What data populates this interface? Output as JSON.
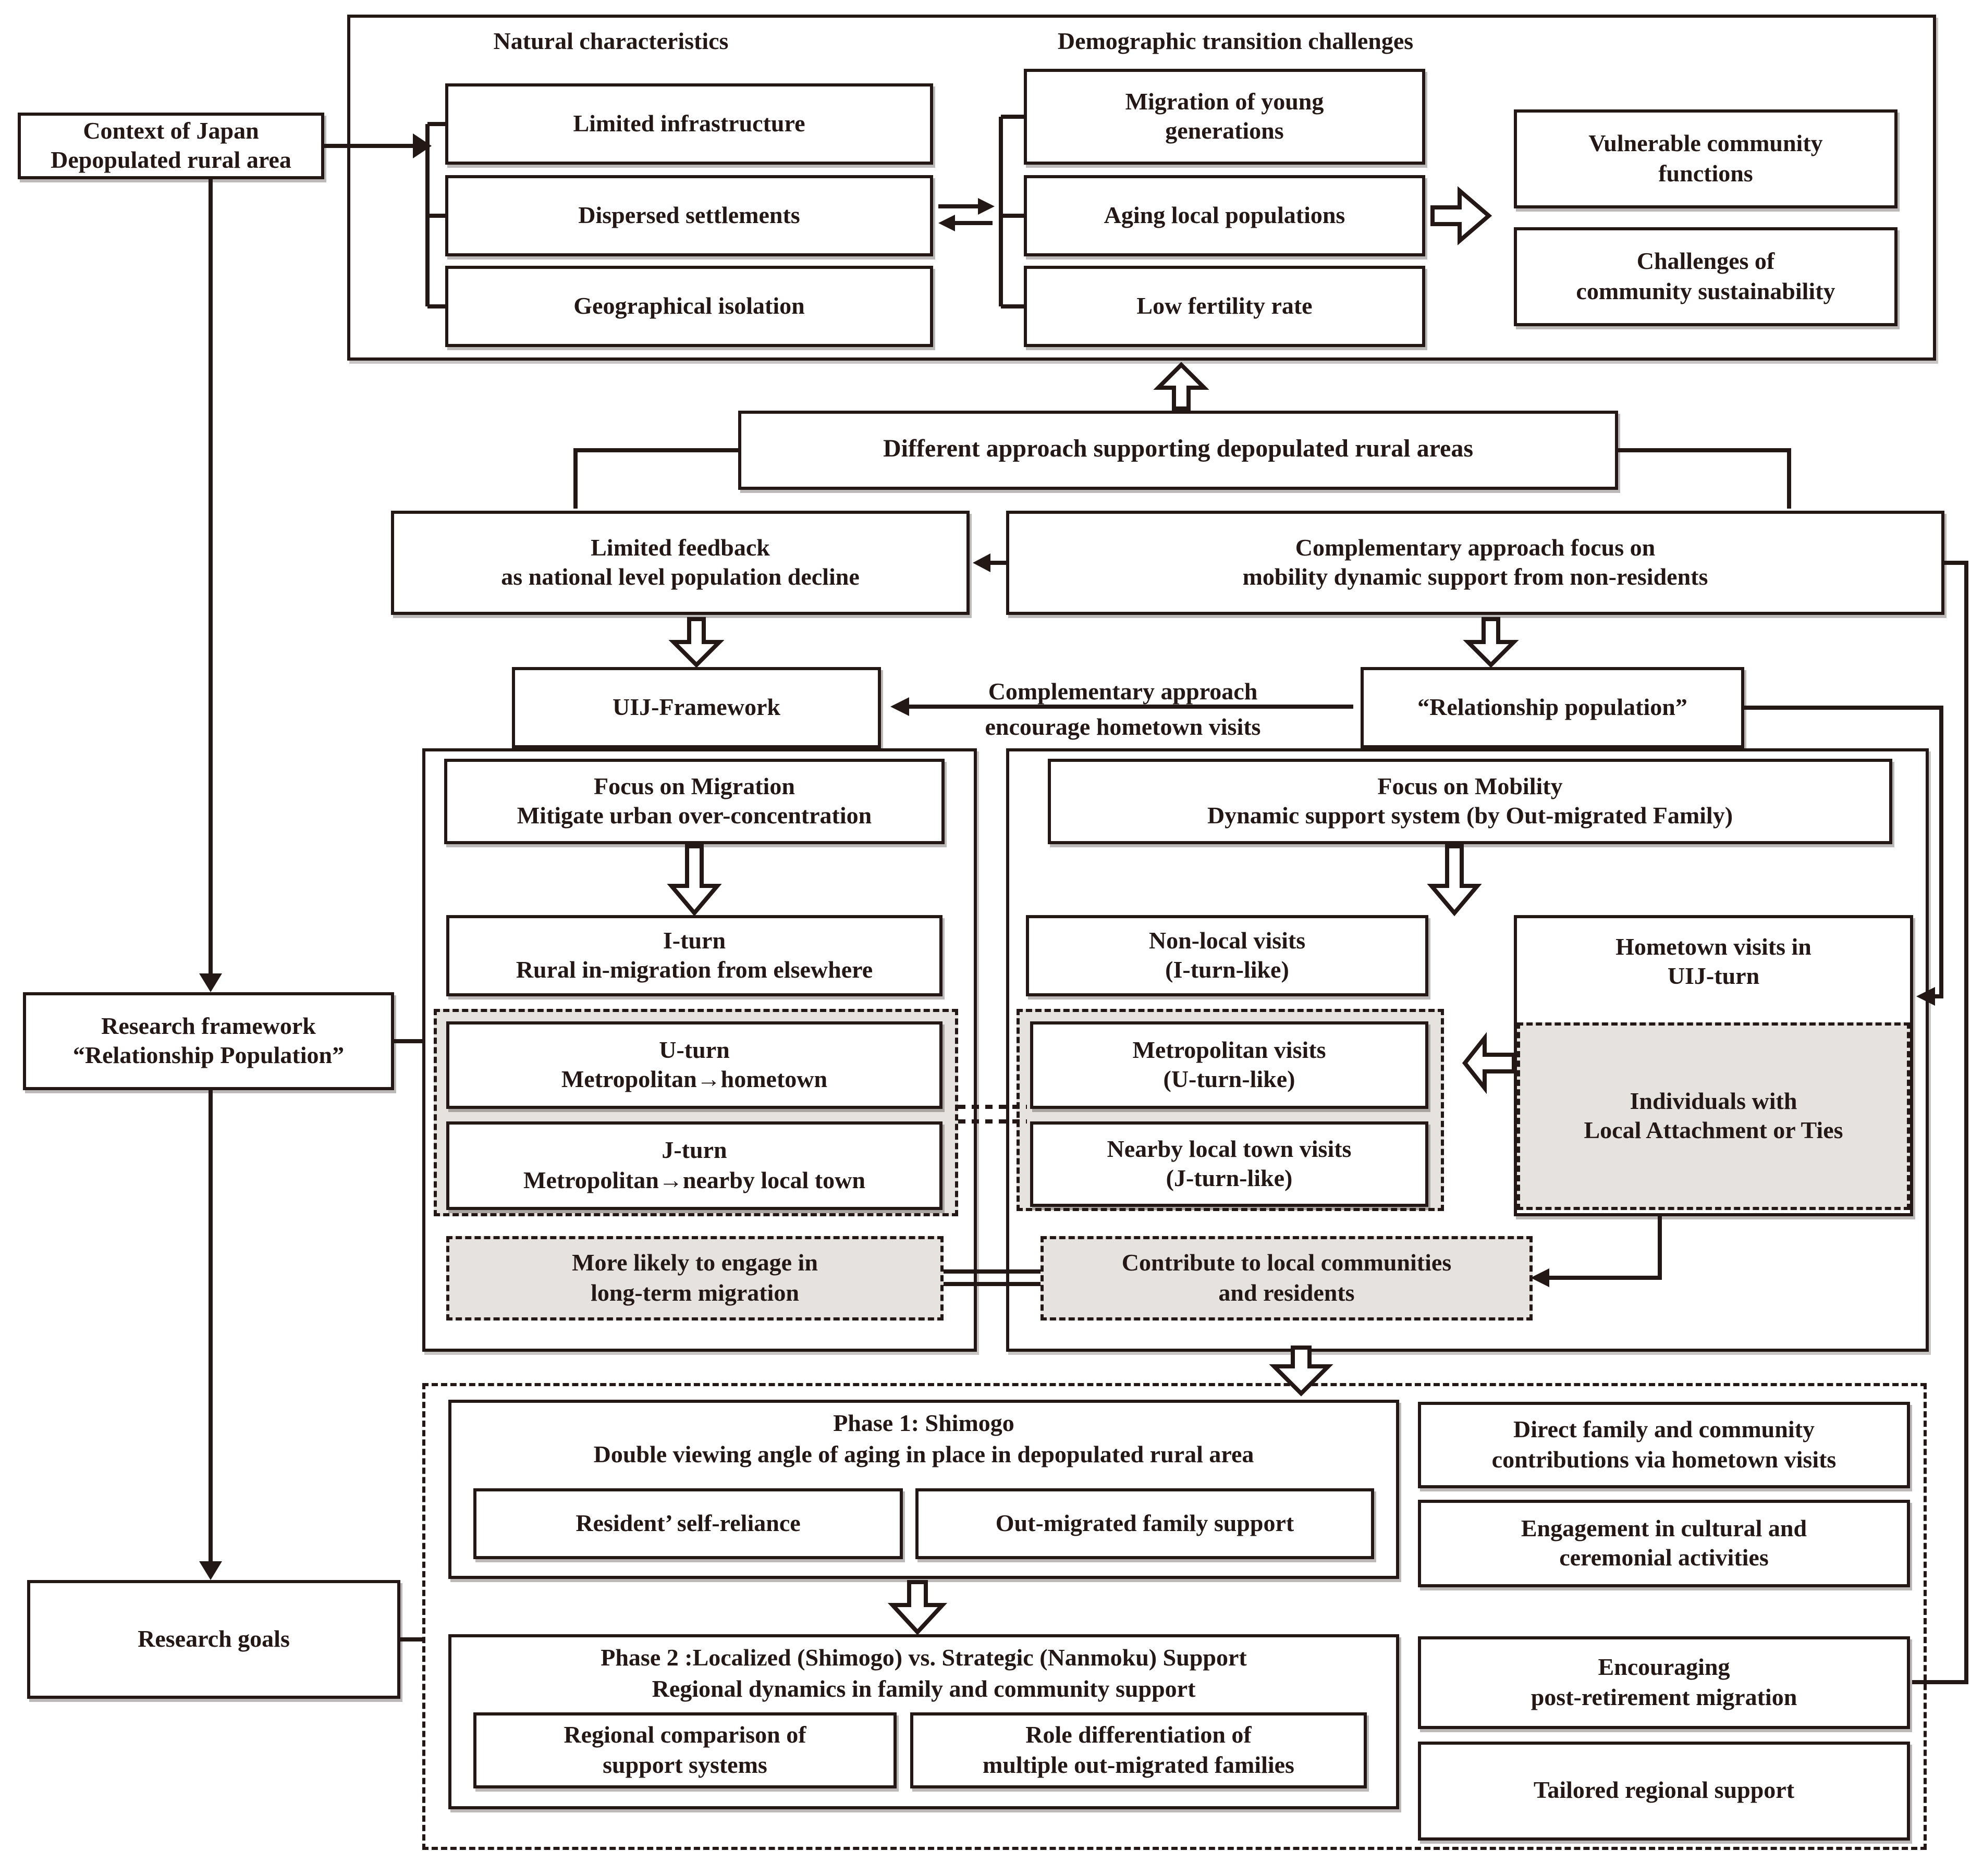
{
  "colors": {
    "ink": "#231815",
    "shade": "#e5e2df",
    "background": "#ffffff"
  },
  "context": {
    "label": "Context of Japan\nDepopulated rural area"
  },
  "top_section": {
    "natural": {
      "title": "Natural characteristics",
      "items": [
        "Limited infrastructure",
        "Dispersed settlements",
        "Geographical isolation"
      ]
    },
    "demographic": {
      "title": "Demographic transition challenges",
      "items": [
        "Migration of young\ngenerations",
        "Aging local populations",
        "Low fertility rate"
      ]
    },
    "outcomes": [
      "Vulnerable community\nfunctions",
      "Challenges of\ncommunity sustainability"
    ]
  },
  "different_approach": {
    "label": "Different approach supporting depopulated rural areas"
  },
  "limited_feedback": {
    "label": "Limited feedback\nas national level population decline"
  },
  "complementary_focus": {
    "label": "Complementary approach focus on\nmobility dynamic support from non-residents"
  },
  "uij_framework": {
    "label": "UIJ-Framework"
  },
  "relationship_population": {
    "label": "“Relationship population”"
  },
  "encourage": {
    "line1": "Complementary approach",
    "line2": "encourage hometown visits"
  },
  "migration_column": {
    "focus": "Focus on Migration\nMitigate urban over-concentration",
    "i_turn": "I-turn\nRural in-migration from elsewhere",
    "u_turn": "U-turn\nMetropolitan→hometown",
    "j_turn": "J-turn\nMetropolitan→nearby local town",
    "more_likely": "More likely to engage in\nlong-term migration"
  },
  "mobility_column": {
    "focus": "Focus on Mobility\nDynamic support system (by Out-migrated Family)",
    "non_local": "Non-local visits\n(I-turn-like)",
    "metropolitan": "Metropolitan visits\n(U-turn-like)",
    "nearby": "Nearby local town visits\n(J-turn-like)",
    "hometown": "Hometown visits in\nUIJ-turn",
    "individuals": "Individuals with\nLocal Attachment or Ties",
    "contribute": "Contribute to local communities\nand residents"
  },
  "research_framework": {
    "label": "Research framework\n“Relationship Population”"
  },
  "research_goals": {
    "label": "Research goals"
  },
  "goals_section": {
    "phase1": {
      "title": "Phase 1: Shimogo",
      "subtitle": "Double viewing angle of aging in place in depopulated rural area",
      "items": [
        "Resident’ self-reliance",
        "Out-migrated family support"
      ]
    },
    "phase2": {
      "title": "Phase 2 :Localized (Shimogo) vs. Strategic (Nanmoku) Support",
      "subtitle": "Regional dynamics in family and community support",
      "items": [
        "Regional comparison of\nsupport systems",
        "Role differentiation of\nmultiple out-migrated families"
      ]
    },
    "outcomes": [
      "Direct family and community\ncontributions via hometown visits",
      "Engagement in cultural and\nceremonial activities",
      "Encouraging\npost-retirement migration",
      "Tailored regional support"
    ]
  }
}
